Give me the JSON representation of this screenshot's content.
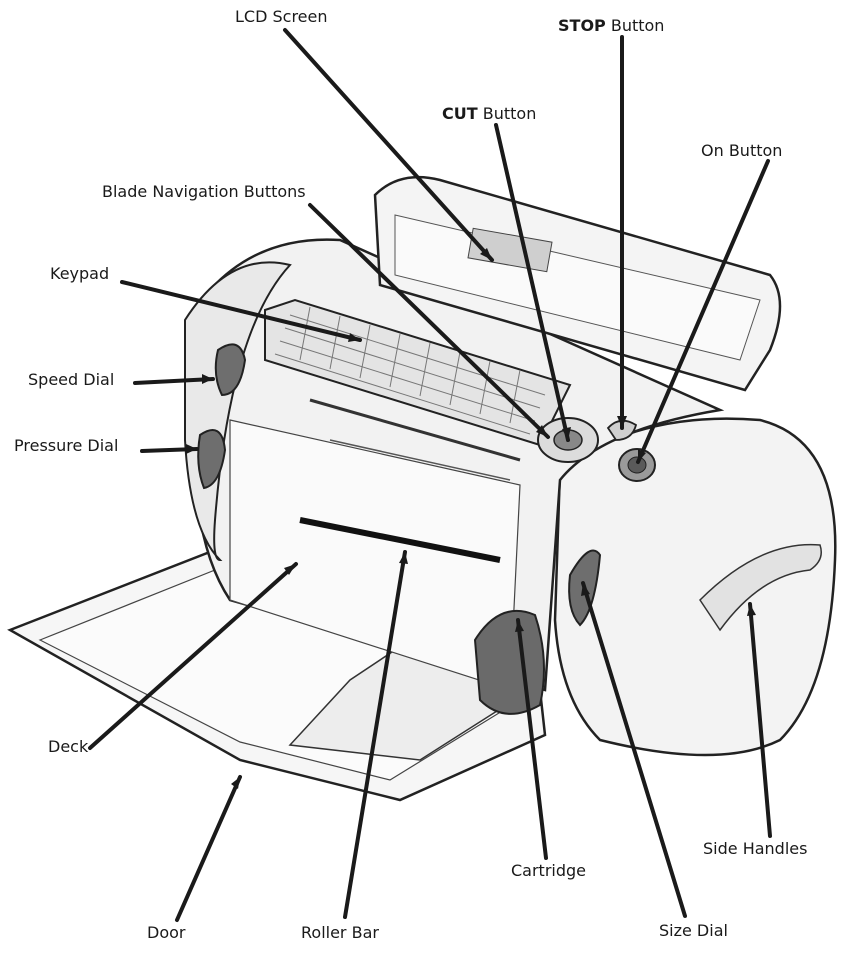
{
  "labels": {
    "lcd_screen": "LCD Screen",
    "stop_button_bold": "STOP",
    "stop_button_rest": " Button",
    "cut_button_bold": "CUT",
    "cut_button_rest": " Button",
    "on_button": "On Button",
    "blade_navigation": "Blade Navigation Buttons",
    "keypad": "Keypad",
    "speed_dial": "Speed Dial",
    "pressure_dial": "Pressure Dial",
    "deck": "Deck",
    "door": "Door",
    "roller_bar": "Roller Bar",
    "cartridge": "Cartridge",
    "size_dial": "Size Dial",
    "side_handles": "Side Handles"
  },
  "colors": {
    "leader_line": "#1a1a1a",
    "machine_body": "#f2f2f2",
    "machine_outline": "#222222",
    "keypad_keys": "#cfcfcf",
    "dial_fill": "#6e6e6e"
  }
}
